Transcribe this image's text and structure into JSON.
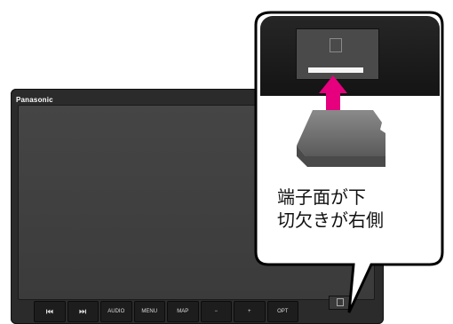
{
  "device": {
    "brand": "Panasonic",
    "buttons": [
      {
        "label": "",
        "icon": "previous-track-icon"
      },
      {
        "label": "",
        "icon": "next-track-icon"
      },
      {
        "label": "AUDIO"
      },
      {
        "label": "MENU"
      },
      {
        "label": "MAP"
      },
      {
        "label": "−"
      },
      {
        "label": "+"
      },
      {
        "label": "OPT"
      }
    ]
  },
  "instruction": {
    "line1": "端子面が下",
    "line2": "切欠きが右側"
  },
  "colors": {
    "arrow": "#e6007e",
    "device_body": "#2b2b2b",
    "callout_border": "#000000"
  }
}
